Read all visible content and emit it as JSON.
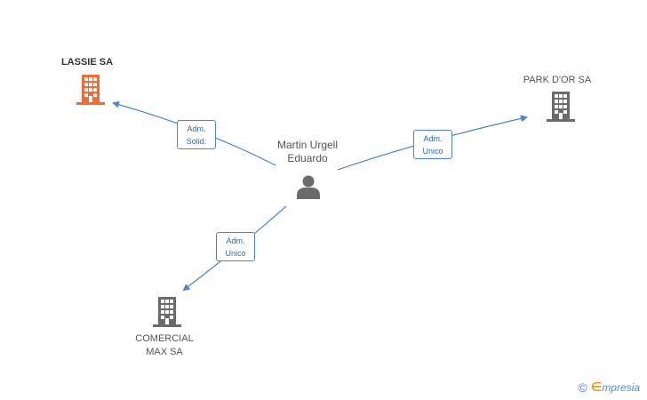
{
  "colors": {
    "edge": "#4a86c8",
    "company_default": "#6b6b6b",
    "company_highlight": "#f26a35",
    "person": "#6b6b6b"
  },
  "center_person": {
    "name_line1": "Martin Urgell",
    "name_line2": "Eduardo",
    "icon": "person-icon"
  },
  "companies": [
    {
      "id": "lassie",
      "name": "LASSIE SA",
      "highlight": true,
      "icon": "building-icon"
    },
    {
      "id": "parkdor",
      "name": "PARK D'OR SA",
      "highlight": false,
      "icon": "building-icon"
    },
    {
      "id": "comercial",
      "name_line1": "COMERCIAL",
      "name_line2": "MAX SA",
      "highlight": false,
      "icon": "building-icon"
    }
  ],
  "relations": [
    {
      "to": "lassie",
      "label_line1": "Adm.",
      "label_line2": "Solid."
    },
    {
      "to": "parkdor",
      "label_line1": "Adm.",
      "label_line2": "Unico"
    },
    {
      "to": "comercial",
      "label_line1": "Adm.",
      "label_line2": "Unico"
    }
  ],
  "brand": {
    "copyright_symbol": "©",
    "logo_initial": "∈",
    "logo_rest": "mpresia"
  }
}
